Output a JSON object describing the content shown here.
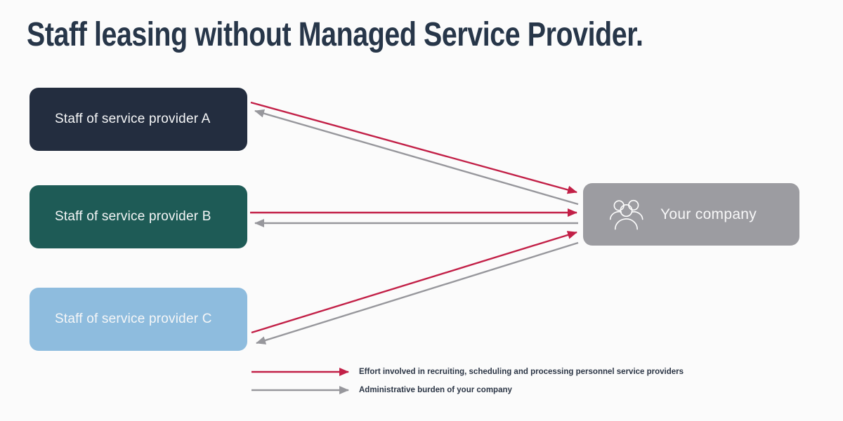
{
  "title": "Staff leasing without Managed Service Provider.",
  "boxes": {
    "provider_a": {
      "label": "Staff of service provider A",
      "color": "#232d3f"
    },
    "provider_b": {
      "label": "Staff of service provider B",
      "color": "#1e5b56"
    },
    "provider_c": {
      "label": "Staff of service provider C",
      "color": "#8ebcde"
    },
    "company": {
      "label": "Your company",
      "color": "#9c9ca1",
      "icon": "people-group-icon"
    }
  },
  "connections": [
    {
      "from": "provider_a",
      "to": "company",
      "type": "effort"
    },
    {
      "from": "company",
      "to": "provider_a",
      "type": "administrative"
    },
    {
      "from": "provider_b",
      "to": "company",
      "type": "effort"
    },
    {
      "from": "company",
      "to": "provider_b",
      "type": "administrative"
    },
    {
      "from": "provider_c",
      "to": "company",
      "type": "effort"
    },
    {
      "from": "company",
      "to": "provider_c",
      "type": "administrative"
    }
  ],
  "legend": [
    {
      "label": "Effort involved in recruiting, scheduling and processing personnel service providers",
      "color": "#c22047"
    },
    {
      "label": "Administrative burden of your company",
      "color": "#97979c"
    }
  ],
  "colors": {
    "background": "#fbfbfb",
    "title_text": "#273649",
    "box_a": "#232d3f",
    "box_b": "#1e5b56",
    "box_c": "#8ebcde",
    "company_box": "#9c9ca1",
    "box_text": "#f5f6f7",
    "effort_arrow": "#c22047",
    "admin_arrow": "#97979c",
    "legend_text": "#2b3545"
  }
}
